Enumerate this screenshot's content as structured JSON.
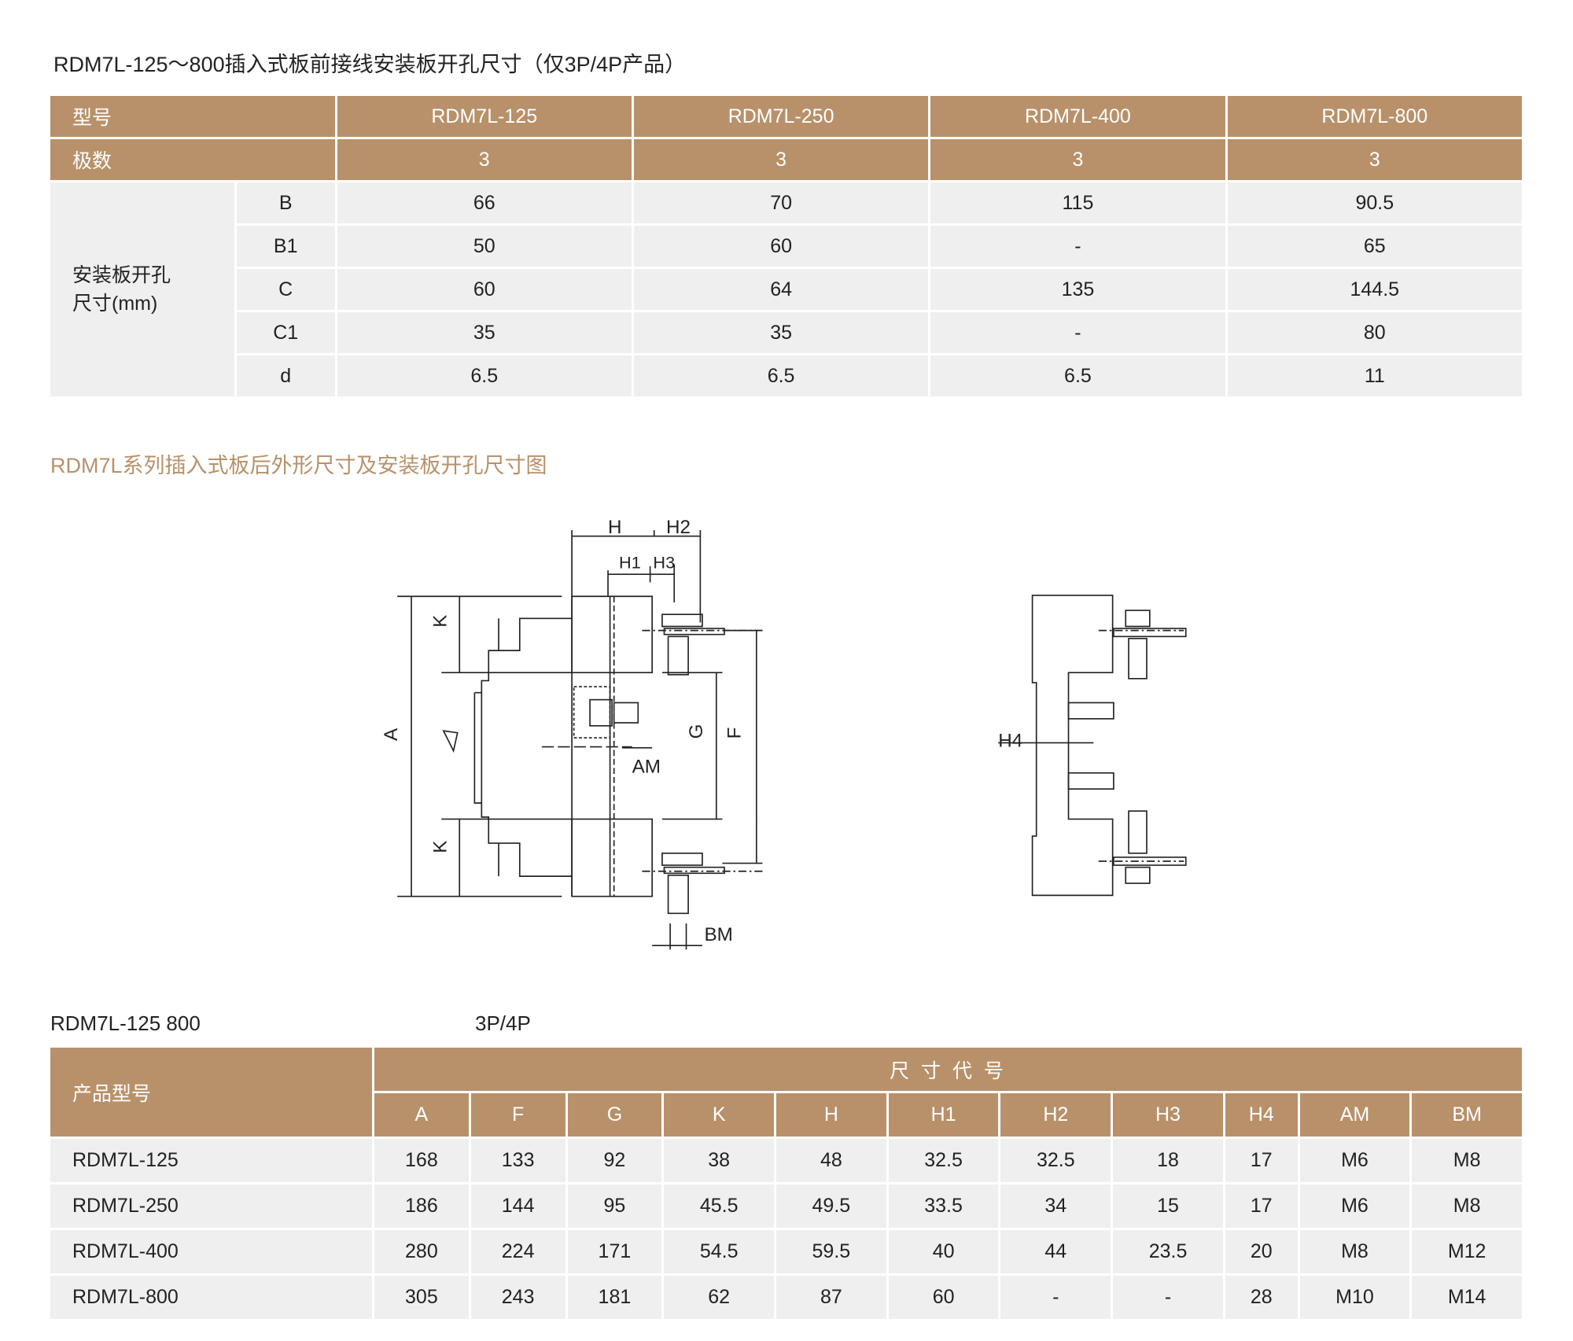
{
  "title": "RDM7L-125～800插入式板前接线安装板开孔尺寸（仅3P/4P产品）",
  "table1": {
    "header_label": "型号",
    "models": [
      "RDM7L-125",
      "RDM7L-250",
      "RDM7L-400",
      "RDM7L-800"
    ],
    "poles_label": "极数",
    "poles": [
      "3",
      "3",
      "3",
      "3"
    ],
    "group_label": "安装板开孔尺寸(mm)",
    "rows": [
      {
        "name": "B",
        "values": [
          "66",
          "70",
          "115",
          "90.5"
        ]
      },
      {
        "name": "B1",
        "values": [
          "50",
          "60",
          "-",
          "65"
        ]
      },
      {
        "name": "C",
        "values": [
          "60",
          "64",
          "135",
          "144.5"
        ]
      },
      {
        "name": "C1",
        "values": [
          "35",
          "35",
          "-",
          "80"
        ]
      },
      {
        "name": "d",
        "values": [
          "6.5",
          "6.5",
          "6.5",
          "11"
        ]
      }
    ]
  },
  "section_heading": "RDM7L系列插入式板后外形尺寸及安装板开孔尺寸图",
  "diagram_labels": {
    "H": "H",
    "H2": "H2",
    "H1": "H1",
    "H3": "H3",
    "K": "K",
    "A": "A",
    "G": "G",
    "F": "F",
    "AM": "AM",
    "BM": "BM",
    "H4": "H4"
  },
  "caption": {
    "left": "RDM7L-125   800",
    "right": "3P/4P"
  },
  "table2": {
    "model_label": "产品型号",
    "group_label": "尺 寸 代 号",
    "columns": [
      "A",
      "F",
      "G",
      "K",
      "H",
      "H1",
      "H2",
      "H3",
      "H4",
      "AM",
      "BM"
    ],
    "rows": [
      {
        "model": "RDM7L-125",
        "values": [
          "168",
          "133",
          "92",
          "38",
          "48",
          "32.5",
          "32.5",
          "18",
          "17",
          "M6",
          "M8"
        ]
      },
      {
        "model": "RDM7L-250",
        "values": [
          "186",
          "144",
          "95",
          "45.5",
          "49.5",
          "33.5",
          "34",
          "15",
          "17",
          "M6",
          "M8"
        ]
      },
      {
        "model": "RDM7L-400",
        "values": [
          "280",
          "224",
          "171",
          "54.5",
          "59.5",
          "40",
          "44",
          "23.5",
          "20",
          "M8",
          "M12"
        ]
      },
      {
        "model": "RDM7L-800",
        "values": [
          "305",
          "243",
          "181",
          "62",
          "87",
          "60",
          "-",
          "-",
          "28",
          "M10",
          "M14"
        ]
      }
    ]
  },
  "colors": {
    "accent": "#b8916a",
    "cell": "#efefef"
  }
}
